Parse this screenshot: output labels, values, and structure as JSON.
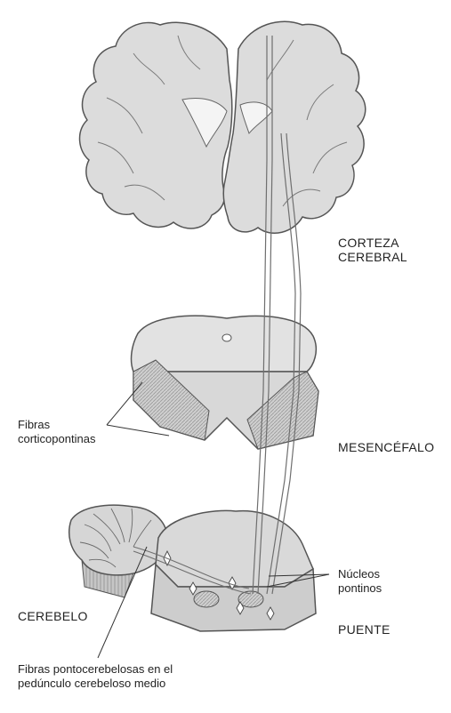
{
  "labels": {
    "corteza": [
      "CORTEZA",
      "CEREBRAL"
    ],
    "mesencefalo": "MESENCÉFALO",
    "nucleos": [
      "Núcleos",
      "pontinos"
    ],
    "puente": "PUENTE",
    "cerebelo": "CEREBELO",
    "corticopontinas": [
      "Fibras",
      "corticopontinas"
    ],
    "pontocerebelosas": [
      "Fibras pontocerebelosas en el",
      "pedúnculo cerebeloso medio"
    ]
  },
  "colors": {
    "tissue": "#dadada",
    "tissue_dark": "#b9b9b9",
    "outline": "#4a4a4a",
    "fiber": "#777777",
    "text": "#222222"
  }
}
